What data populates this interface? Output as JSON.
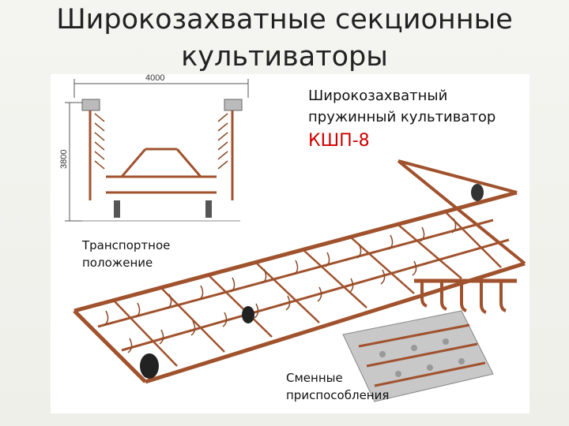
{
  "slide": {
    "title_line1": "Широкозахватные секционные",
    "title_line2": "культиваторы"
  },
  "labels": {
    "main_line1": "Широкозахватный",
    "main_line2": "пружинный культиватор",
    "model": "КШП-8",
    "transport_line1": "Транспортное",
    "transport_line2": "положение",
    "attachments_line1": "Сменные",
    "attachments_line2": "приспособления"
  },
  "dimensions": {
    "width": "4000",
    "height": "3800"
  },
  "colors": {
    "frame": "#a0522d",
    "model_text": "#d00000",
    "wheel": "#222222",
    "attachment_metal": "#c8c8c8"
  }
}
